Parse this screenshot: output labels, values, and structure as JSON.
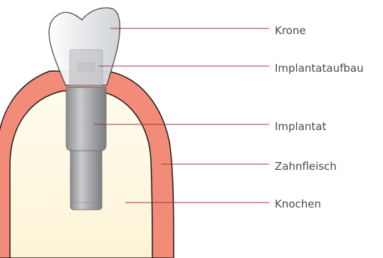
{
  "labels": {
    "crown": "Krone",
    "abutment": "Implantataufbau",
    "implant": "Implantat",
    "gum": "Zahnfleisch",
    "bone": "Knochen"
  },
  "colors": {
    "gum": "#f28b78",
    "bone": "#fdf6dd",
    "outline": "#1a1a1a",
    "leader": "#b22b3a",
    "label_text": "#4a4a4a",
    "implant_metal": "#a8aaad",
    "crown": "#e3e5e8"
  }
}
